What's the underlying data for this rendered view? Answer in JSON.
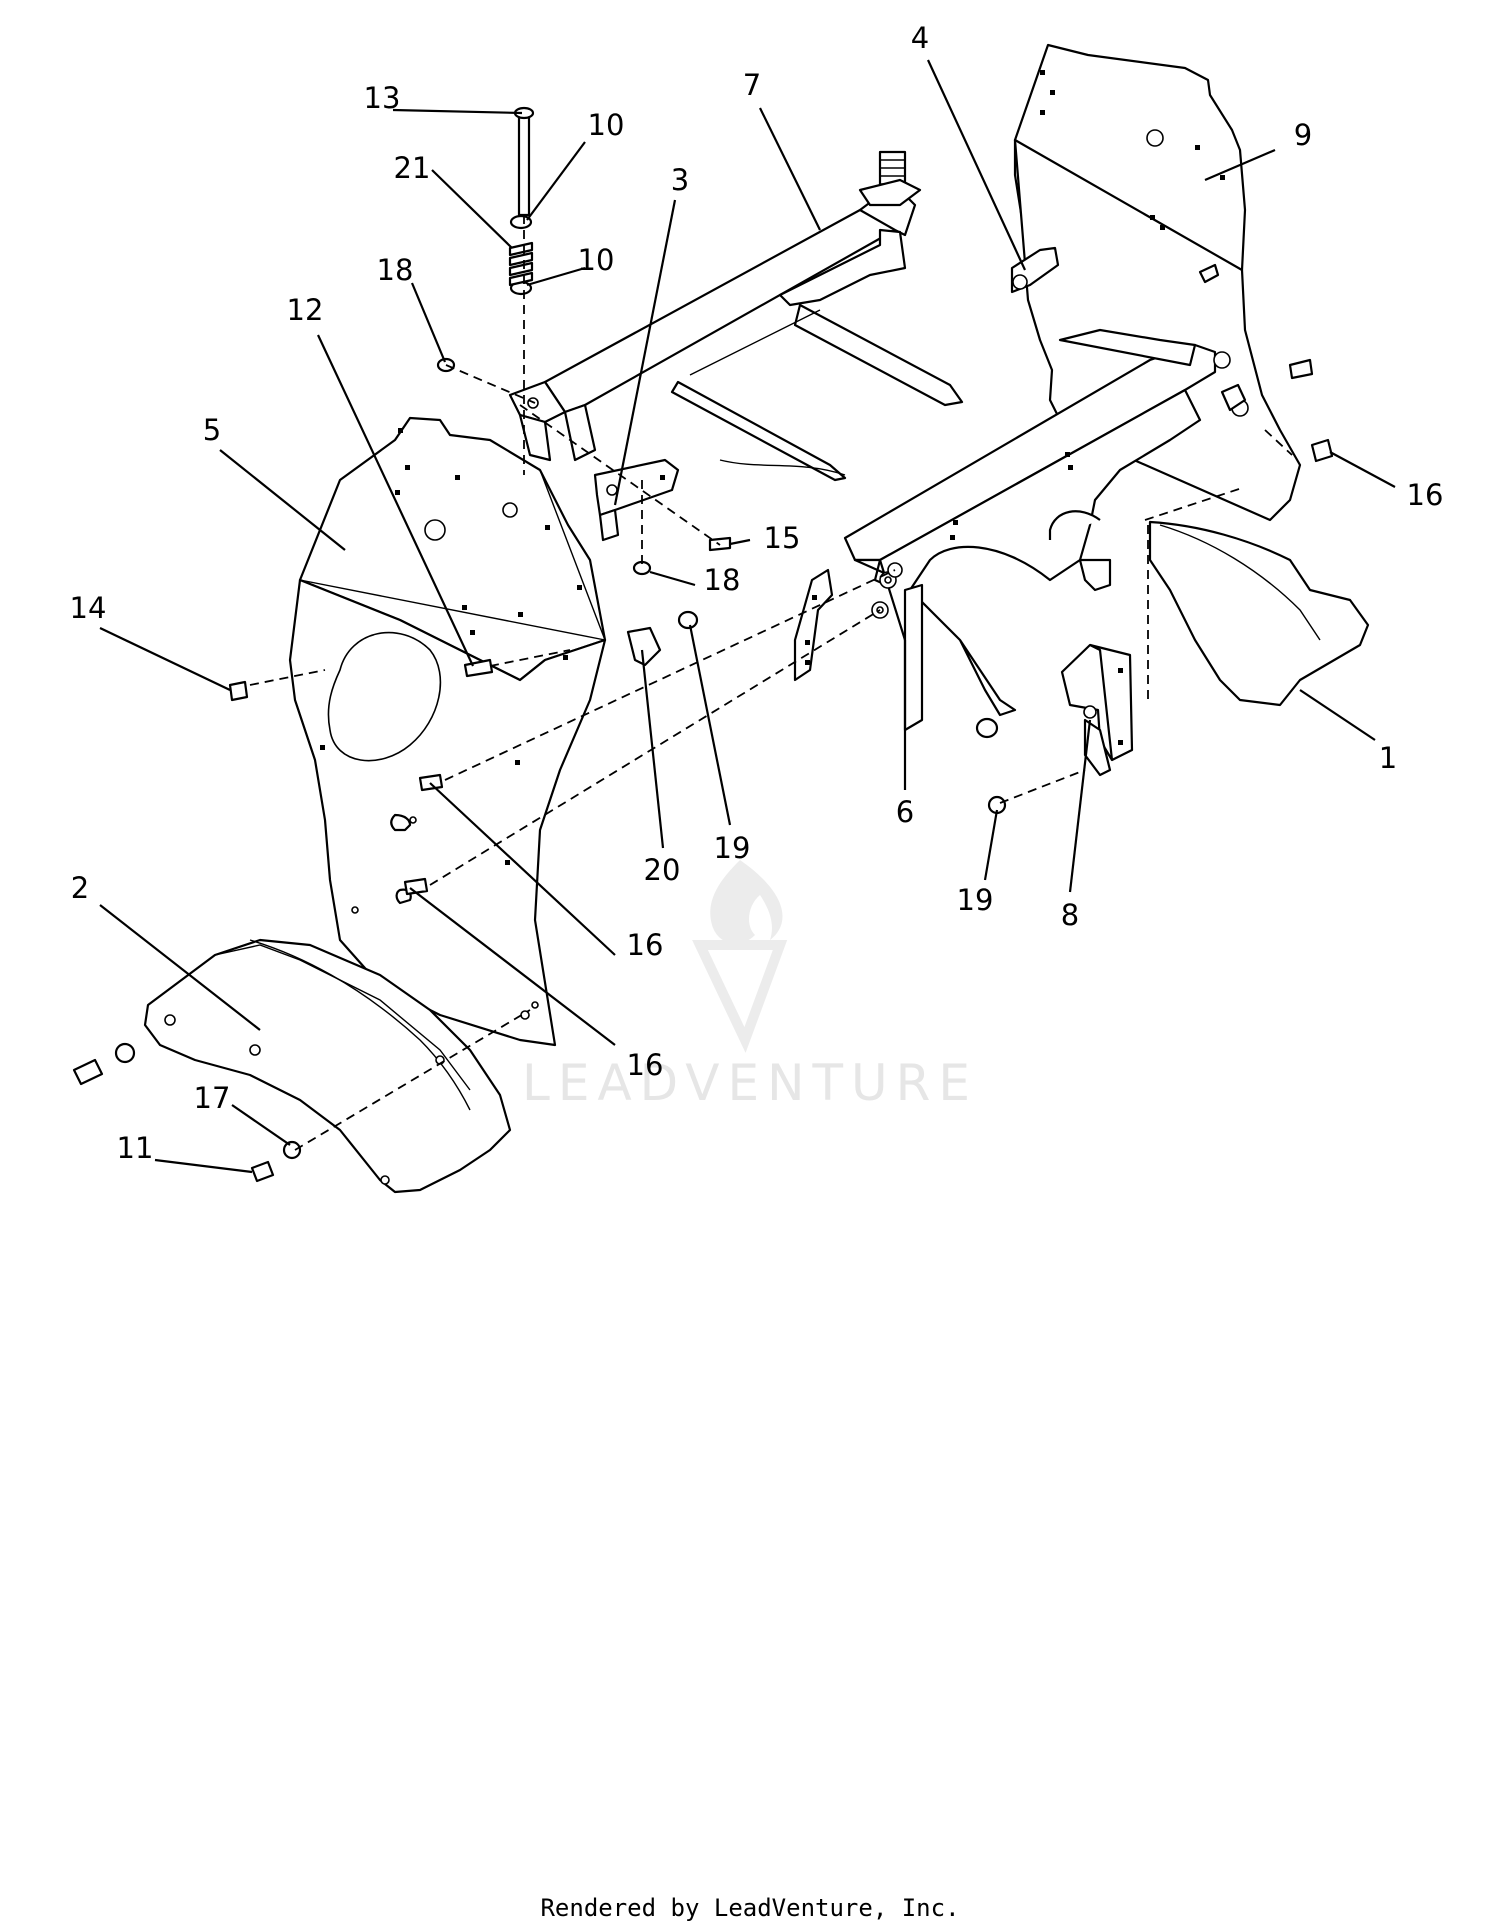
{
  "watermark": {
    "text": "LEADVENTURE"
  },
  "footer": {
    "text": "Rendered by LeadVenture, Inc."
  },
  "callouts": {
    "c1": "1",
    "c2": "2",
    "c3": "3",
    "c4": "4",
    "c5": "5",
    "c6": "6",
    "c7": "7",
    "c8": "8",
    "c9": "9",
    "c10a": "10",
    "c10b": "10",
    "c11": "11",
    "c12": "12",
    "c13": "13",
    "c14": "14",
    "c15": "15",
    "c16a": "16",
    "c16b": "16",
    "c16c": "16",
    "c17": "17",
    "c18a": "18",
    "c18b": "18",
    "c19a": "19",
    "c19b": "19",
    "c20": "20",
    "c21": "21"
  }
}
